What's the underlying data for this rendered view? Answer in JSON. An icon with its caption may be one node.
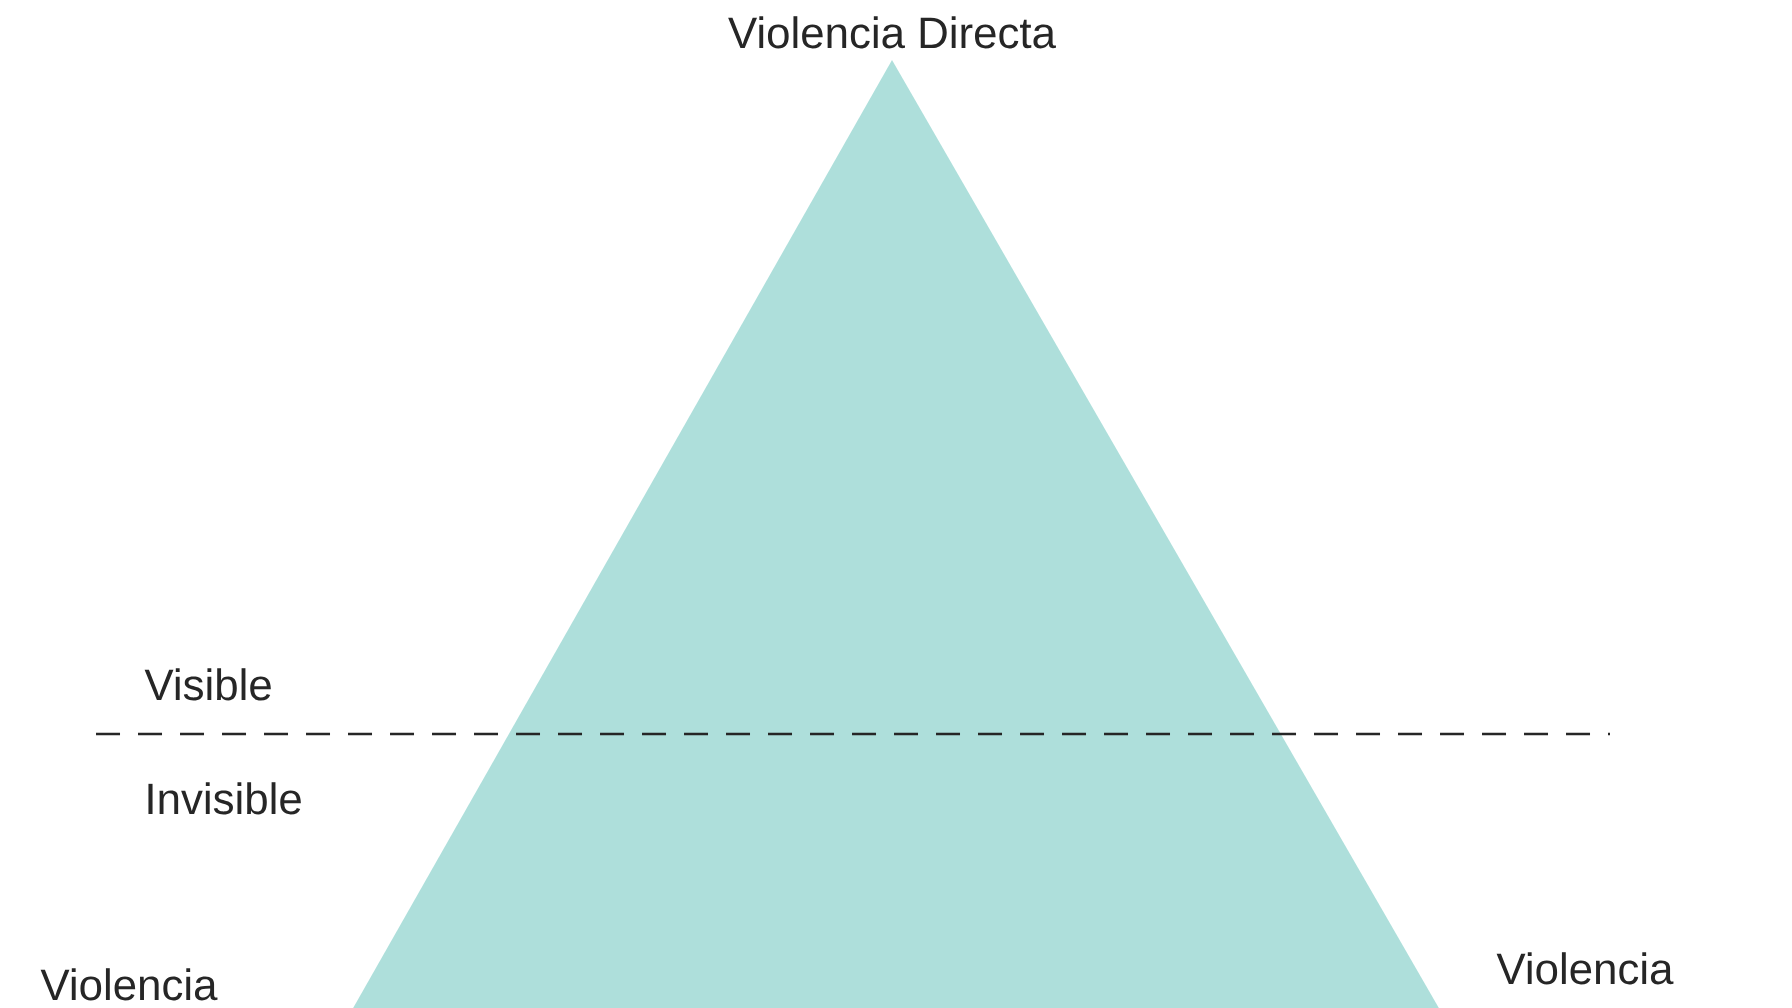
{
  "diagram": {
    "labels": [
      "Violencia Directa",
      "Visible",
      "Invisible",
      "Violencia",
      "Violencia"
    ]
  }
}
